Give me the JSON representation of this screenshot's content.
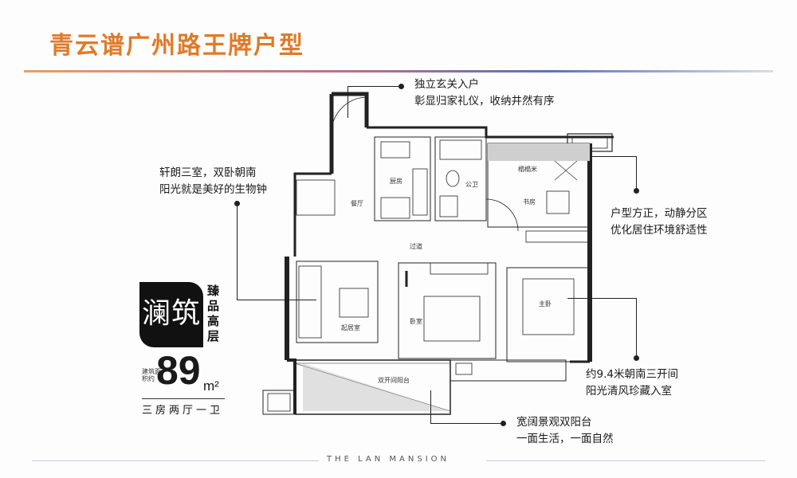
{
  "title": "青云谱广州路王牌户型",
  "footer": "THE LAN MANSION",
  "brand": {
    "name": "澜筑",
    "tagline": "臻品高层"
  },
  "area": {
    "label": "建筑面积约",
    "value": "89",
    "unit": "m²",
    "layout": "三房两厅一卫"
  },
  "callouts": {
    "entry": [
      "独立玄关入户",
      "彰显归家礼仪，收纳井然有序"
    ],
    "three_rooms": [
      "轩朗三室，双卧朝南",
      "阳光就是美好的生物钟"
    ],
    "layout": [
      "户型方正，动静分区",
      "优化居住环境舒适性"
    ],
    "master": [
      "约9.4米朝南三开间",
      "阳光清风珍藏入室"
    ],
    "balcony": [
      "宽阔景观双阳台",
      "一面生活，一面自然"
    ]
  },
  "rooms": {
    "kitchen": "厨房",
    "dining": "餐厅",
    "bathroom": "公卫",
    "tatami": "榻榻米",
    "study": "书房",
    "corridor": "过道",
    "living": "起居室",
    "bedroom": "卧室",
    "master": "主卧",
    "balcony": "双开间阳台"
  },
  "colors": {
    "title": "#e07a2a",
    "text": "#1a1a1a"
  }
}
